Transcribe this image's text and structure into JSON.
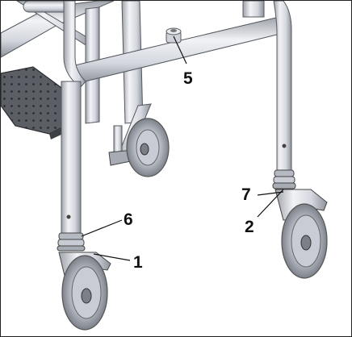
{
  "callouts": {
    "c1": {
      "label": "1"
    },
    "c2": {
      "label": "2"
    },
    "c5": {
      "label": "5"
    },
    "c6": {
      "label": "6"
    },
    "c7": {
      "label": "7"
    }
  },
  "colors": {
    "frame_tube": "#c9ccd4",
    "tube_edge": "#555960",
    "tire": "#8f949c",
    "hub": "#d8dbe2",
    "footplate": "#4a4d52",
    "leader": "#111111"
  }
}
